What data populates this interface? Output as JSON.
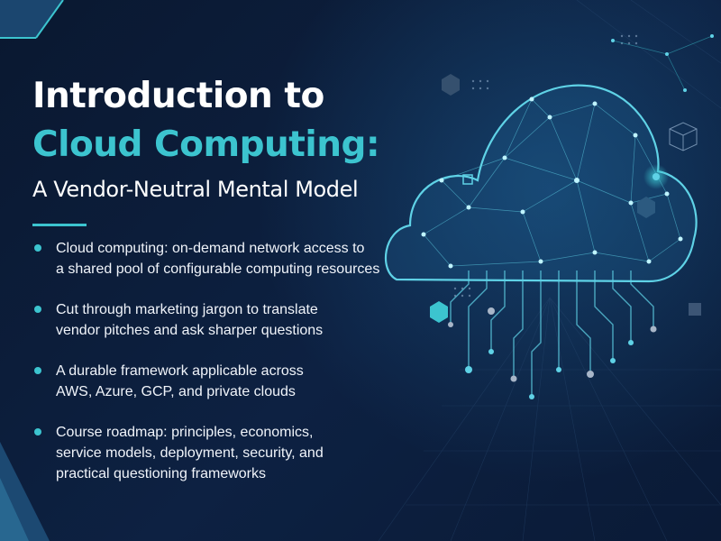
{
  "title": {
    "line1": "Introduction to",
    "line2": "Cloud Computing:",
    "subtitle": "A Vendor-Neutral Mental Model"
  },
  "bullets": [
    {
      "line1": "Cloud computing: on-demand network access to",
      "line2": "a shared pool of configurable computing resources",
      "line3": ""
    },
    {
      "line1": "Cut through marketing jargon to translate",
      "line2": "vendor pitches and ask sharper questions",
      "line3": ""
    },
    {
      "line1": "A durable framework applicable across",
      "line2": "AWS, Azure, GCP, and private clouds",
      "line3": ""
    },
    {
      "line1": "Course roadmap: principles, economics,",
      "line2": "service models, deployment, security, and",
      "line3": "practical questioning frameworks"
    }
  ],
  "colors": {
    "background": "#0b1a33",
    "accent": "#3cc4cf",
    "text": "#ffffff",
    "network_line": "#5fd2e6"
  },
  "icons": [
    "cloud-network-icon",
    "circuit-lines-icon",
    "hexagon-icon",
    "cube-icon"
  ]
}
